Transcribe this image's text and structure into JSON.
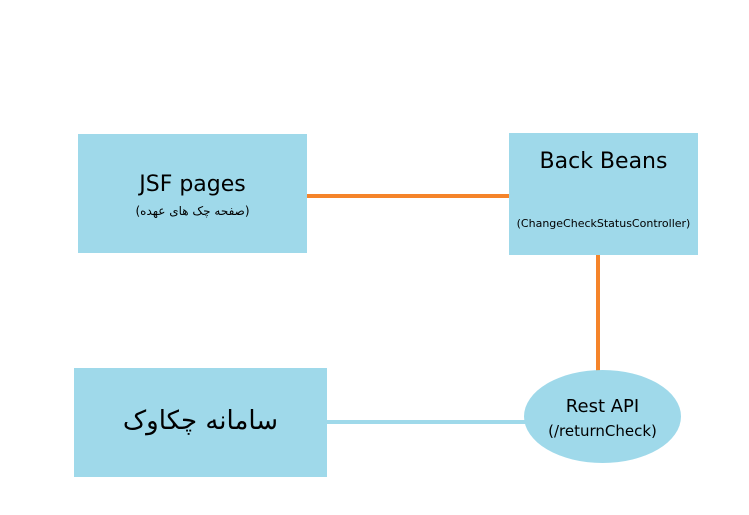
{
  "nodes": {
    "jsf_pages": {
      "title": "JSF pages",
      "subtitle": "(صفحه چک های عهده)"
    },
    "back_beans": {
      "title": "Back Beans",
      "subtitle": "(ChangeCheckStatusController)"
    },
    "chakavak": {
      "title": "سامانه چکاوک"
    },
    "rest_api": {
      "title": "Rest API",
      "subtitle": "(/returnCheck)"
    }
  },
  "colors": {
    "node_fill": "#9fd9ea",
    "orange_link": "#f5842a",
    "blue_link": "#9fd9ea"
  }
}
